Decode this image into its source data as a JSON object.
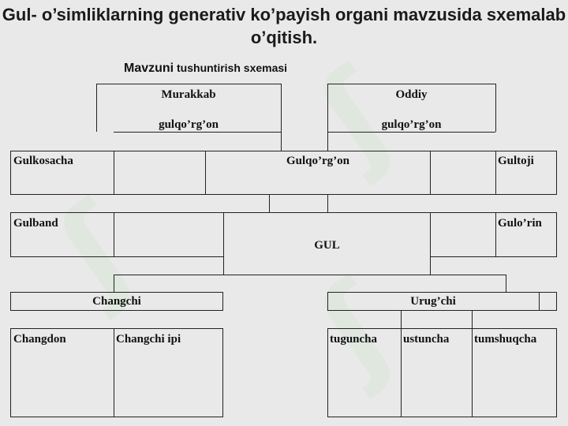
{
  "title": "Gul- o’simliklarning generativ ko’payish organi mavzusida sxemalab o’qitish.",
  "subtitle": {
    "bold": "Mavzuni",
    "rest": " tushuntirish sxemasi"
  },
  "boxes": {
    "murakkab_l1": "Murakkab",
    "murakkab_l2": "gulqo’rg’on",
    "oddiy_l1": "Oddiy",
    "oddiy_l2": "gulqo’rg’on",
    "gulkosacha": "Gulkosacha",
    "gulqorgon": "Gulqo’rg’on",
    "gultoji": "Gultoji",
    "gulband": "Gulband",
    "gul": "GUL",
    "gulorin": "Gulo’rin",
    "changchi": "Changchi",
    "urugchi": "Urug’chi",
    "changdon": "Changdon",
    "changchi_ipi": "Changchi ipi",
    "tuguncha": "tuguncha",
    "ustuncha": "ustuncha",
    "tumshuqcha": "tumshuqcha"
  }
}
